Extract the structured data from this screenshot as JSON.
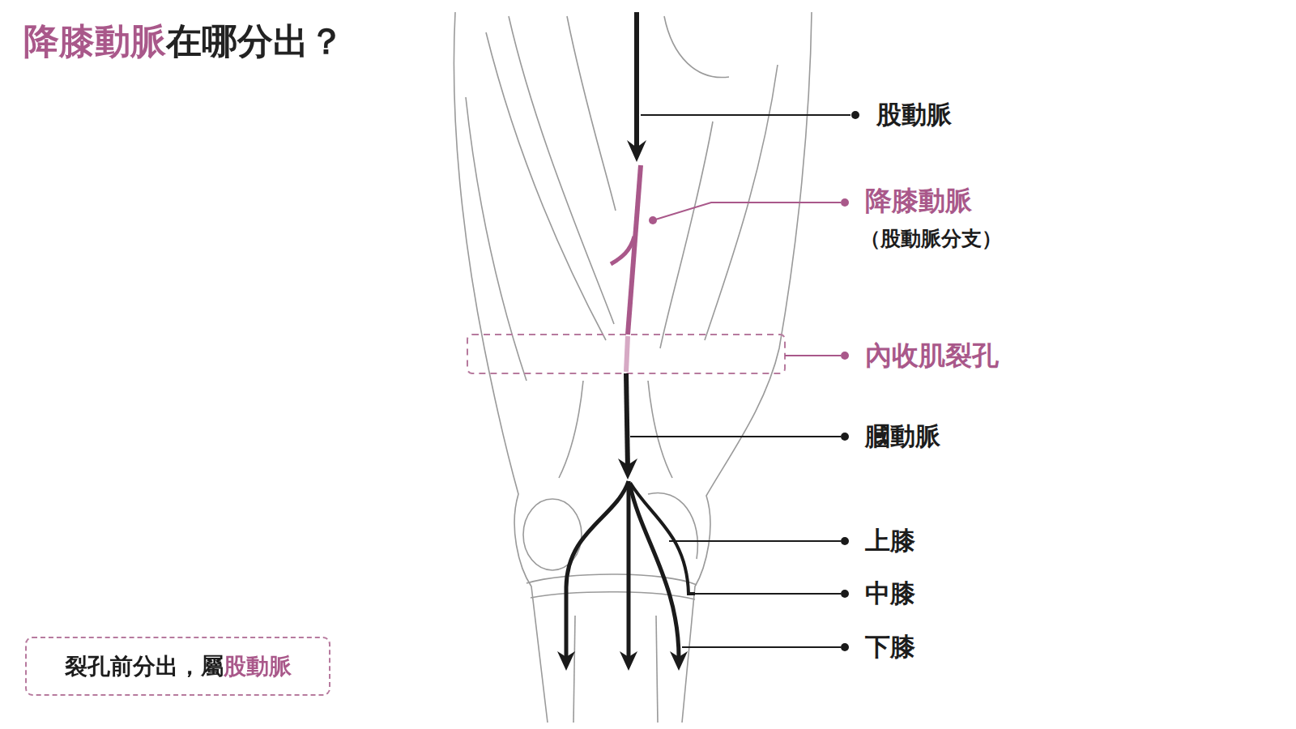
{
  "diagram": {
    "title": "降膝動脈在哪分出？",
    "nodes": [
      {
        "text": [
          "裂孔前分出，屬股動脈"
        ]
      }
    ],
    "labels": [
      "股動脈",
      "降膝動脈",
      "（股動脈分支）",
      "內收肌裂孔",
      "膕動脈",
      "上膝",
      "中膝",
      "下膝"
    ]
  }
}
